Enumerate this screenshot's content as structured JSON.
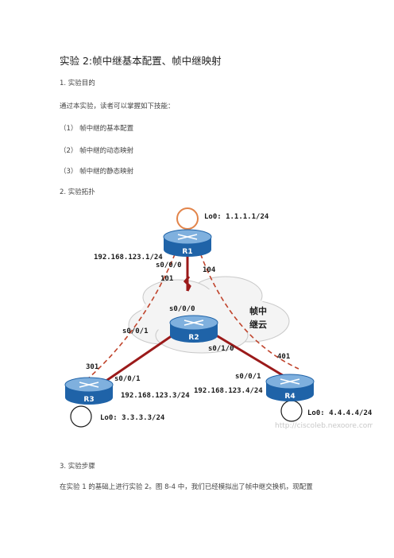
{
  "doc": {
    "title": "实验 2:帧中继基本配置、帧中继映射",
    "sec1": "1. 实验目的",
    "intro": "通过本实验，读者可以掌握如下技能：",
    "items": [
      "（1） 帧中继的基本配置",
      "（2） 帧中继的动态映射",
      "（3） 帧中继的静态映射"
    ],
    "sec2": "2. 实验拓扑",
    "sec3": "3. 实验步骤",
    "para": "在实验 1 的基础上进行实验 2。图 8-4 中，我们已经模拟出了帧中继交换机，现配置"
  },
  "topology": {
    "routers": [
      "R1",
      "R2",
      "R3",
      "R4"
    ],
    "r1_loopback": "Lo0: 1.1.1.1/24",
    "r3_loopback": "Lo0: 3.3.3.3/24",
    "r4_loopback": "Lo0: 4.4.4.4/24",
    "r1_ip": "192.168.123.1/24",
    "r3_ip": "192.168.123.3/24",
    "r4_ip": "192.168.123.4/24",
    "r1_if": "s0/0/0",
    "r2_if_top": "s0/0/0",
    "r2_if_left": "s0/0/1",
    "r2_if_right": "s0/1/0",
    "r3_if": "s0/0/1",
    "r4_if": "s0/0/1",
    "dlci_101": "101",
    "dlci_104": "104",
    "dlci_301": "301",
    "dlci_401": "401",
    "cloud_label_1": "帧中",
    "cloud_label_2": "继云",
    "watermark": "http://ciscoleb.nexoore.com"
  },
  "colors": {
    "router_body": "#1f63a8",
    "router_top": "#7fb0de",
    "serial_link": "#9b1a1a",
    "pvc_dash": "#c0442c",
    "loopback_ring": "#e2844a"
  }
}
